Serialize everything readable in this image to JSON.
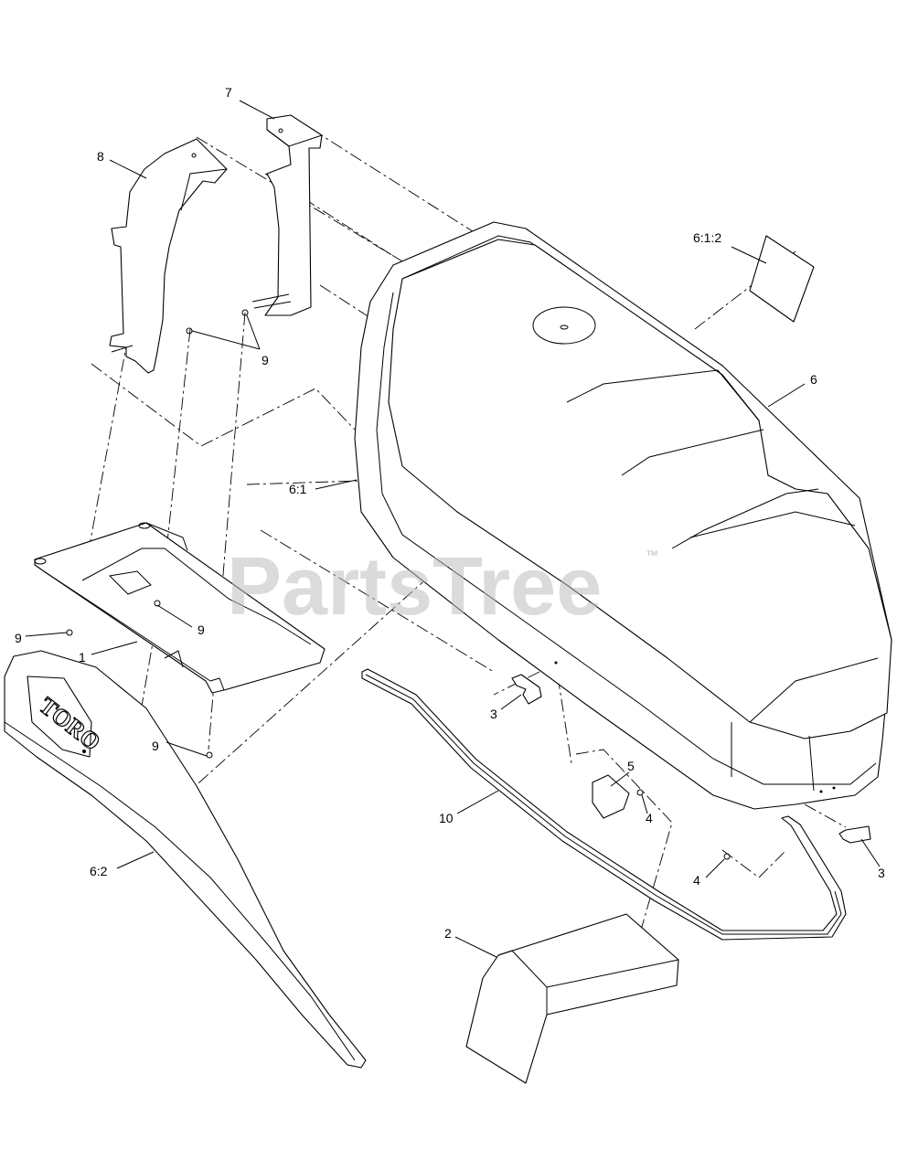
{
  "watermark": {
    "text": "PartsTree",
    "trademark": "™"
  },
  "logo": {
    "text": "TORO"
  },
  "callouts": [
    {
      "id": "c7",
      "label": "7"
    },
    {
      "id": "c8",
      "label": "8"
    },
    {
      "id": "c9a",
      "label": "9"
    },
    {
      "id": "c612",
      "label": "6:1:2"
    },
    {
      "id": "c6",
      "label": "6"
    },
    {
      "id": "c61",
      "label": "6:1"
    },
    {
      "id": "c9b",
      "label": "9"
    },
    {
      "id": "c9c",
      "label": "9"
    },
    {
      "id": "c1",
      "label": "1"
    },
    {
      "id": "c3a",
      "label": "3"
    },
    {
      "id": "c9d",
      "label": "9"
    },
    {
      "id": "c5",
      "label": "5"
    },
    {
      "id": "c4a",
      "label": "4"
    },
    {
      "id": "c10",
      "label": "10"
    },
    {
      "id": "c3b",
      "label": "3"
    },
    {
      "id": "c4b",
      "label": "4"
    },
    {
      "id": "c62",
      "label": "6:2"
    },
    {
      "id": "c2",
      "label": "2"
    }
  ]
}
